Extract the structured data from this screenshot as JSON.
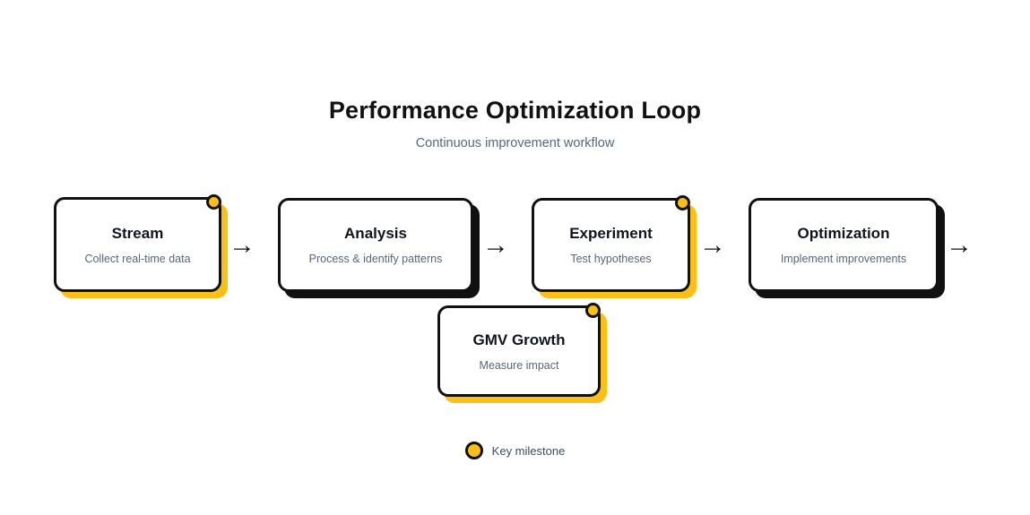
{
  "header": {
    "title": "Performance Optimization Loop",
    "subtitle": "Continuous improvement workflow"
  },
  "flow": {
    "arrow_icon": "→",
    "steps": [
      {
        "label": "Stream",
        "description": "Collect real-time data",
        "milestone": true
      },
      {
        "label": "Analysis",
        "description": "Process & identify patterns",
        "milestone": false
      },
      {
        "label": "Experiment",
        "description": "Test hypotheses",
        "milestone": true
      },
      {
        "label": "Optimization",
        "description": "Implement improvements",
        "milestone": false
      }
    ],
    "branch_step": {
      "label": "GMV Growth",
      "description": "Measure impact",
      "milestone": true
    }
  },
  "legend": {
    "label": "Key milestone"
  },
  "colors": {
    "milestone": "#fbbf17",
    "ink": "#111111",
    "muted_text": "#5a6577"
  }
}
